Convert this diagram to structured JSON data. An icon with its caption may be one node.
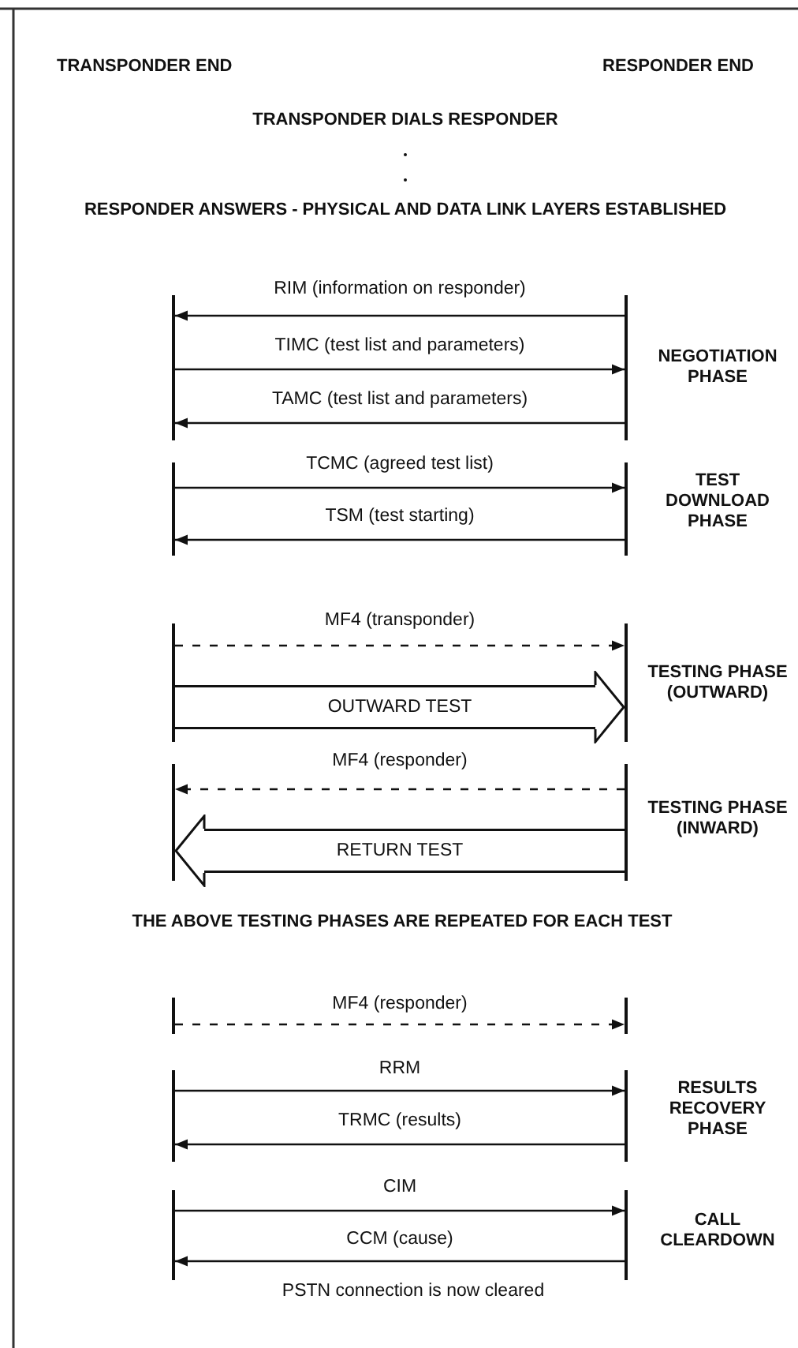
{
  "diagram": {
    "nodes": [
      {
        "text": [],
        "shape": "bar"
      },
      {
        "text": [],
        "shape": "bar",
        "beside": [
          "NEGOTIATION PHASE"
        ]
      },
      {
        "text": [],
        "shape": "bar"
      },
      {
        "text": [],
        "shape": "bar",
        "beside": [
          "TEST DOWNLOAD PHASE"
        ]
      },
      {
        "text": [],
        "shape": "bar"
      },
      {
        "text": [],
        "shape": "bar",
        "beside": [
          "TESTING PHASE (OUTWARD)"
        ]
      },
      {
        "text": [],
        "shape": "bar"
      },
      {
        "text": [],
        "shape": "bar",
        "beside": [
          "TESTING PHASE (INWARD)"
        ]
      },
      {
        "text": [],
        "shape": "bar"
      },
      {
        "text": [],
        "shape": "bar"
      },
      {
        "text": [],
        "shape": "bar"
      },
      {
        "text": [],
        "shape": "bar",
        "beside": [
          "RESULTS RECOVERY PHASE"
        ]
      },
      {
        "text": [],
        "shape": "bar"
      },
      {
        "text": [],
        "shape": "bar",
        "beside": [
          "CALL CLEARDOWN"
        ]
      }
    ],
    "edges": [
      {
        "from": 1,
        "to": 0,
        "arrow": "to",
        "label": "RIM (information on responder)"
      },
      {
        "from": 0,
        "to": 1,
        "arrow": "to",
        "label": "TIMC (test list and parameters)"
      },
      {
        "from": 1,
        "to": 0,
        "arrow": "to",
        "label": "TAMC (test list and parameters)"
      },
      {
        "from": 2,
        "to": 3,
        "arrow": "to",
        "label": "TCMC (agreed test list)"
      },
      {
        "from": 3,
        "to": 2,
        "arrow": "to",
        "label": "TSM (test starting)"
      },
      {
        "from": 4,
        "to": 5,
        "arrow": "to",
        "label": "MF4 (transponder)",
        "style": "dashed"
      },
      {
        "from": 4,
        "to": 5,
        "arrow": "to",
        "label": "OUTWARD TEST",
        "style": "thick"
      },
      {
        "from": 7,
        "to": 6,
        "arrow": "to",
        "label": "MF4 (responder)",
        "style": "dashed"
      },
      {
        "from": 7,
        "to": 6,
        "arrow": "to",
        "label": "RETURN TEST",
        "style": "thick"
      },
      {
        "from": 8,
        "to": 9,
        "arrow": "to",
        "label": "MF4 (responder)",
        "style": "dashed"
      },
      {
        "from": 10,
        "to": 11,
        "arrow": "to",
        "label": "RRM"
      },
      {
        "from": 11,
        "to": 10,
        "arrow": "to",
        "label": "TRMC (results)"
      },
      {
        "from": 12,
        "to": 13,
        "arrow": "to",
        "label": "CIM"
      },
      {
        "from": 13,
        "to": 12,
        "arrow": "to",
        "label": "CCM (cause)"
      }
    ],
    "labels": [
      "TRANSPONDER END",
      "RESPONDER END",
      "TRANSPONDER DIALS RESPONDER",
      "RESPONDER ANSWERS - PHYSICAL AND DATA LINK LAYERS ESTABLISHED",
      "THE ABOVE TESTING PHASES ARE REPEATED FOR EACH TEST",
      "PSTN connection is now cleared"
    ]
  }
}
